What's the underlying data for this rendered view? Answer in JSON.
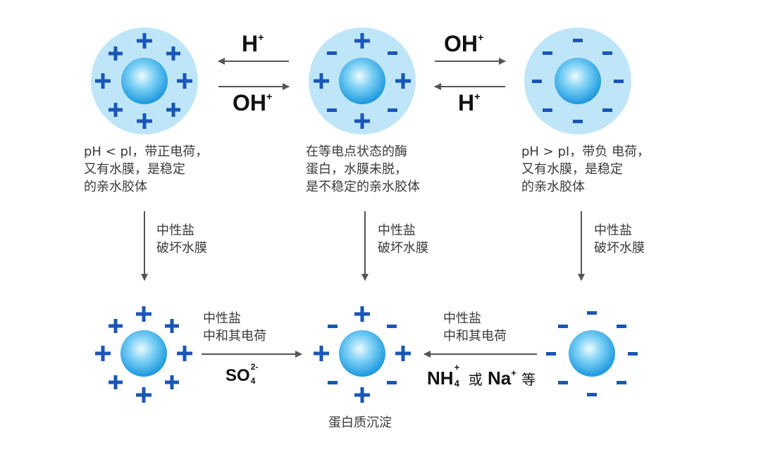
{
  "colors": {
    "halo": "#bfe6f8",
    "core_light": "#e9f8ff",
    "core_dark": "#1e9ee3",
    "charge": "#1a56b8",
    "arrow": "#555555"
  },
  "top_row": {
    "left_caption": "pH < pI，带正电荷，\n又有水膜，是稳定\n的亲水胶体",
    "middle_caption": "在等电点状态的酶\n蛋白，水膜未脱，\n是不稳定的亲水胶体",
    "right_caption": "pH > pI，带负 电荷，\n又有水膜，是稳定\n的亲水胶体"
  },
  "reactions": {
    "h_plus_base": "H",
    "plus_sign": "+",
    "oh_base": "OH",
    "oh_sup": "+"
  },
  "vertical_labels": {
    "left": "中性盐\n破坏水膜",
    "middle": "中性盐\n破坏水膜",
    "right": "中性盐\n破坏水膜"
  },
  "bottom_row": {
    "left_arrow_label": "中性盐\n中和其电荷",
    "so4_base": "SO",
    "so4_sup": "2-",
    "so4_sub": "4",
    "right_arrow_label": "中性盐\n中和其电荷",
    "nh_base": "NH",
    "nh_sup": "+",
    "nh_sub": "4",
    "or_text": "或",
    "na_base": "Na",
    "na_sup": "+",
    "etc_text": "等",
    "result_caption": "蛋白质沉淀"
  }
}
